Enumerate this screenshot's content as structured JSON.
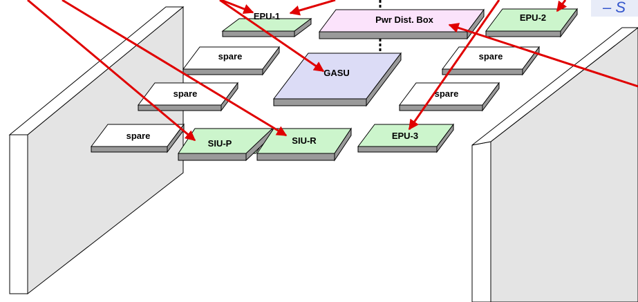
{
  "boards": {
    "epu1": "EPU-1",
    "pdb": "Pwr Dist.  Box",
    "epu2": "EPU-2",
    "spare_r1_left": "spare",
    "gasu": "GASU",
    "spare_r1_right": "spare",
    "spare_r2_left": "spare",
    "spare_r2_right": "spare",
    "spare_r3_left": "spare",
    "siu_p": "SIU-P",
    "siu_r": "SIU-R",
    "epu3": "EPU-3"
  },
  "corner_text": "– S",
  "colors": {
    "epu": "#ccf5cc",
    "pdb": "#fbe3fb",
    "gasu": "#dcdcf6",
    "siu": "#ccf5cc",
    "spare": "#ffffff",
    "arrow": "#e00000",
    "side": "#9a9a9a",
    "wall_face": "#e4e4e4",
    "corner_text": "#3355cc"
  }
}
